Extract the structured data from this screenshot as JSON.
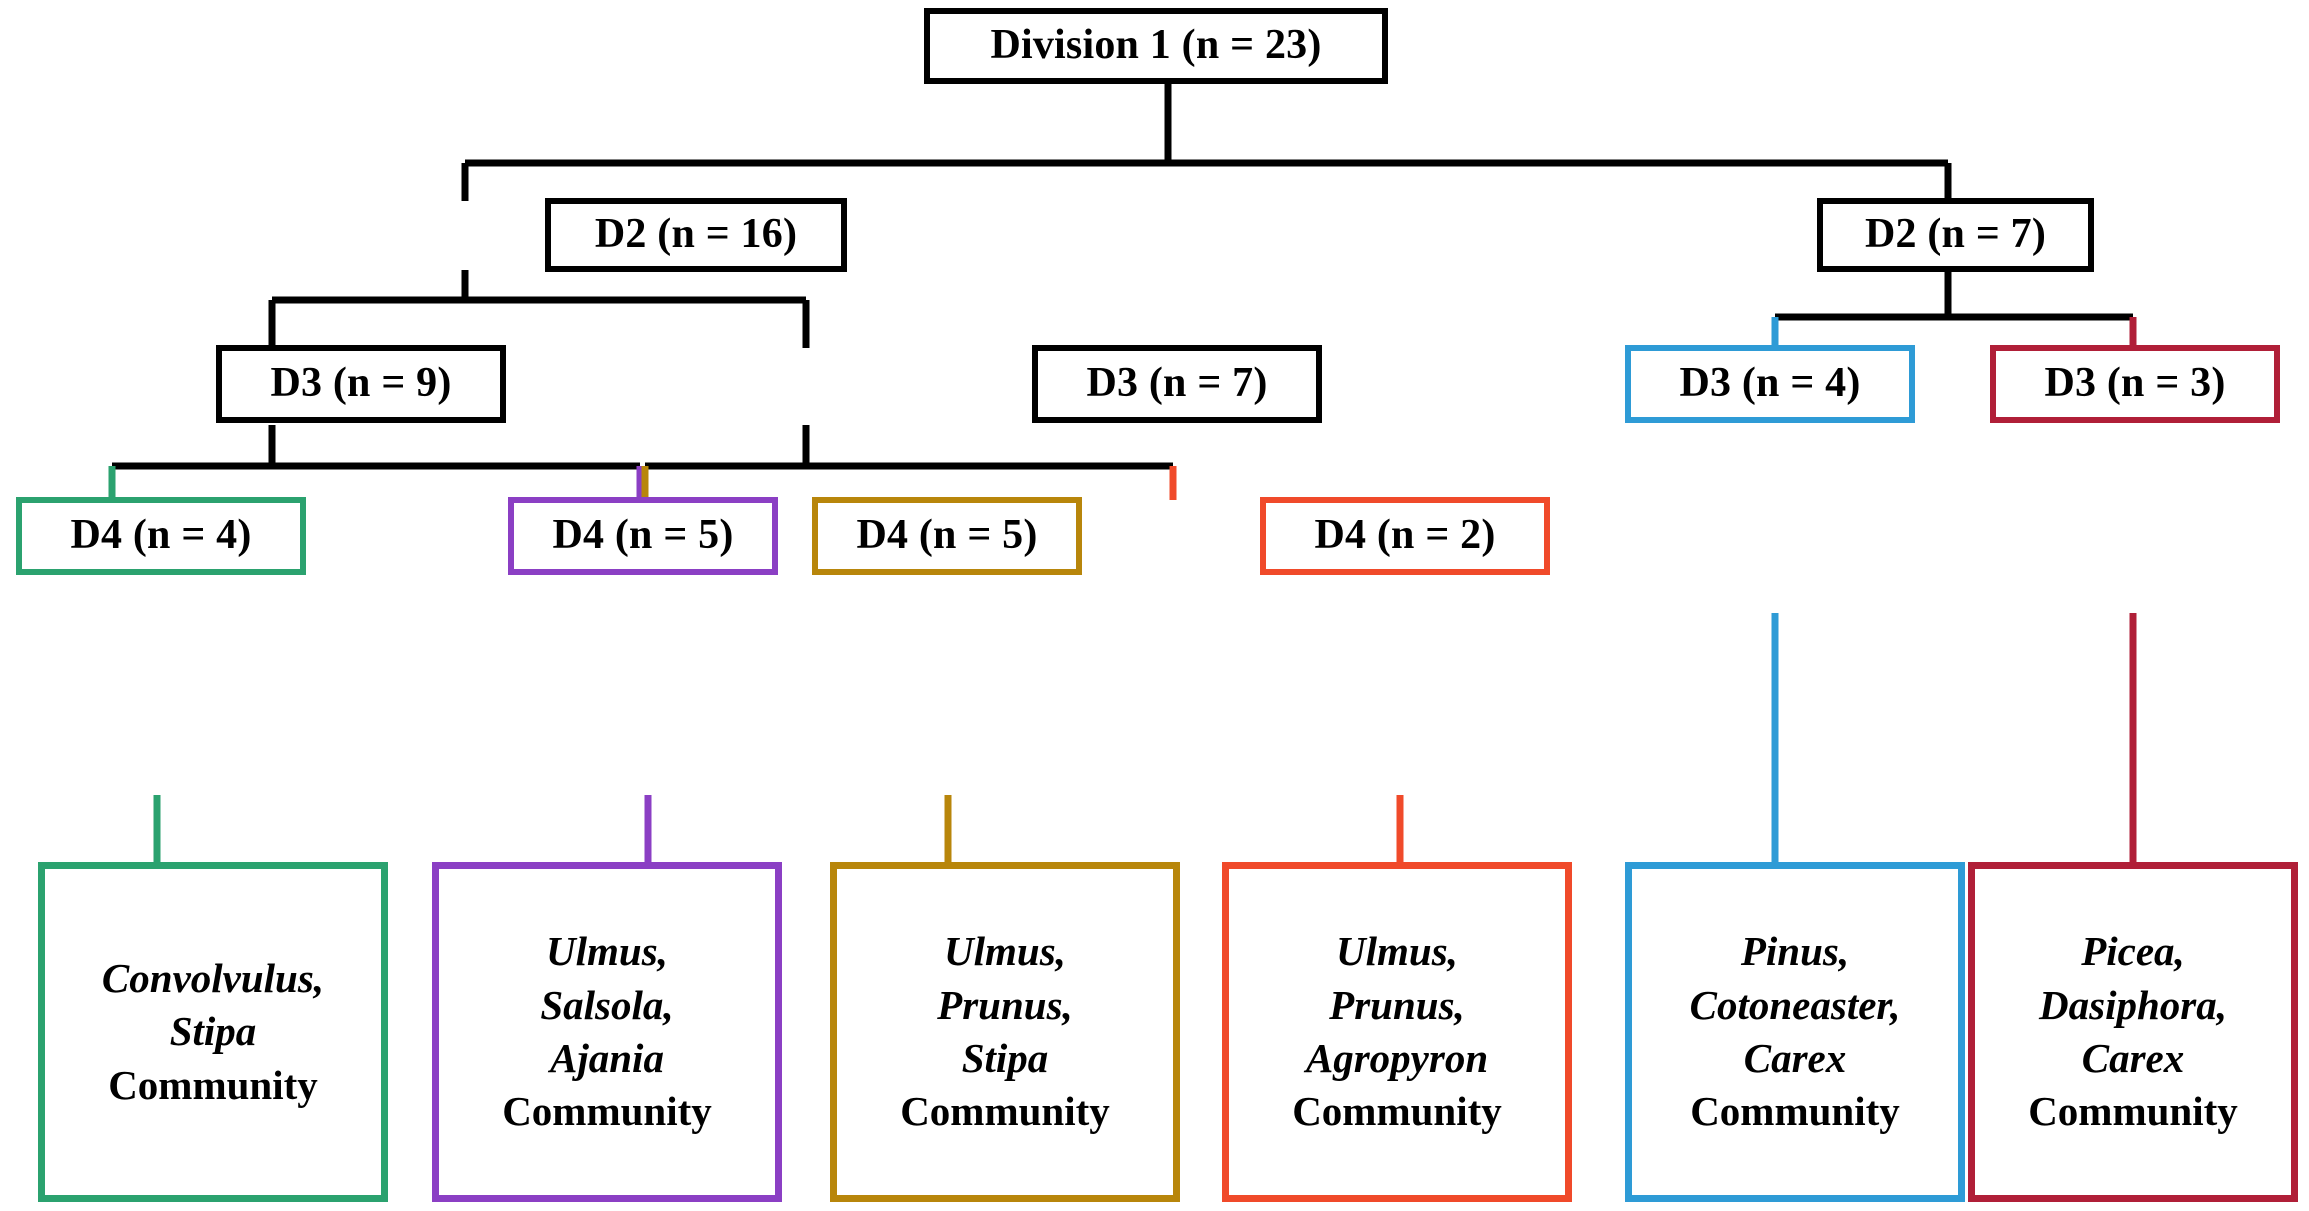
{
  "diagram": {
    "type": "hierarchical-classification-dendrogram",
    "levels": [
      "Division 1",
      "D2",
      "D3",
      "D4",
      "Community"
    ],
    "root_total_n": 23
  },
  "colors": {
    "black": "#000000",
    "green": "#2BA26F",
    "purple": "#8B3FC4",
    "gold": "#B8860B",
    "orange": "#F04A2A",
    "blue": "#2E9BD6",
    "darkred": "#B01F38"
  },
  "nodes": {
    "root": {
      "label": "Division 1 (n = 23)",
      "n": 23,
      "color": "#000000"
    },
    "d2": [
      {
        "label": "D2 (n = 16)",
        "n": 16,
        "color": "#000000"
      },
      {
        "label": "D2 (n = 7)",
        "n": 7,
        "color": "#000000"
      }
    ],
    "d3": [
      {
        "label": "D3 (n = 9)",
        "n": 9,
        "color": "#000000"
      },
      {
        "label": "D3 (n = 7)",
        "n": 7,
        "color": "#000000"
      },
      {
        "label": "D3 (n = 4)",
        "n": 4,
        "color": "#2E9BD6"
      },
      {
        "label": "D3 (n = 3)",
        "n": 3,
        "color": "#B01F38"
      }
    ],
    "d4": [
      {
        "label": "D4 (n = 4)",
        "n": 4,
        "color": "#2BA26F"
      },
      {
        "label": "D4 (n = 5)",
        "n": 5,
        "color": "#8B3FC4"
      },
      {
        "label": "D4 (n = 5)",
        "n": 5,
        "color": "#B8860B"
      },
      {
        "label": "D4 (n = 2)",
        "n": 2,
        "color": "#F04A2A"
      }
    ],
    "communities": [
      {
        "genera": [
          "Convolvulus,",
          "Stipa"
        ],
        "suffix": "Community",
        "color": "#2BA26F",
        "full_label": "Convolvulus, Stipa Community"
      },
      {
        "genera": [
          "Ulmus,",
          "Salsola,",
          "Ajania"
        ],
        "suffix": "Community",
        "color": "#8B3FC4",
        "full_label": "Ulmus, Salsola, Ajania Community"
      },
      {
        "genera": [
          "Ulmus,",
          "Prunus,",
          "Stipa"
        ],
        "suffix": "Community",
        "color": "#B8860B",
        "full_label": "Ulmus, Prunus, Stipa Community"
      },
      {
        "genera": [
          "Ulmus,",
          "Prunus,",
          "Agropyron"
        ],
        "suffix": "Community",
        "color": "#F04A2A",
        "full_label": "Ulmus, Prunus, Agropyron Community"
      },
      {
        "genera": [
          "Pinus,",
          "Cotoneaster,",
          "Carex"
        ],
        "suffix": "Community",
        "color": "#2E9BD6",
        "full_label": "Pinus, Cotoneaster, Carex Community"
      },
      {
        "genera": [
          "Picea,",
          "Dasiphora,",
          "Carex"
        ],
        "suffix": "Community",
        "color": "#B01F38",
        "full_label": "Picea, Dasiphora, Carex Community"
      }
    ]
  }
}
